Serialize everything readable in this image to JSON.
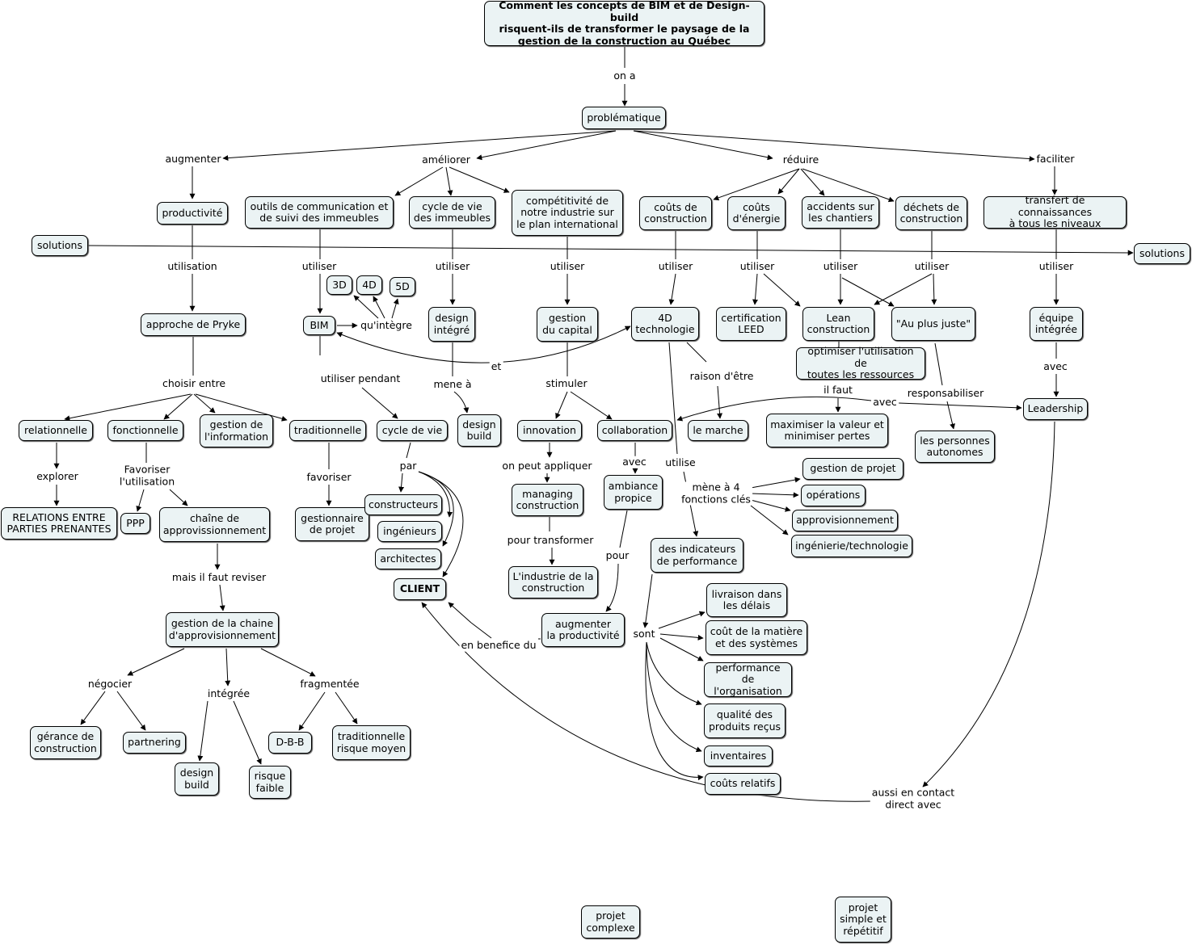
{
  "nodes": {
    "root": "Comment les concepts de BIM et de Design-build\nrisquent-ils de transformer le paysage de la\ngestion de la construction au Québec",
    "problematique": "problématique",
    "productivite": "productivité",
    "outils": "outils de communication et\nde suivi des immeubles",
    "cycle_imm": "cycle de vie\ndes immeubles",
    "competitivite": "compétitivité de\nnotre industrie sur\nle plan international",
    "couts_constr": "coûts de\nconstruction",
    "couts_energie": "coûts\nd'énergie",
    "accidents": "accidents sur\nles chantiers",
    "dechets": "déchets de\nconstruction",
    "transfert": "transfert de connaissances\nà tous les niveaux",
    "solutions_l": "solutions",
    "solutions_r": "solutions",
    "pryke": "approche de Pryke",
    "bim": "BIM",
    "d3": "3D",
    "d4": "4D",
    "d5": "5D",
    "design_integre": "design\nintégré",
    "gestion_capital": "gestion\ndu capital",
    "tech4d": "4D\ntechnologie",
    "leed": "certification\nLEED",
    "lean": "Lean\nconstruction",
    "auplusjuste": "\"Au plus juste\"",
    "equipe": "équipe\nintégrée",
    "optimiser": "optimiser l'utilisation de\ntoutes les ressources",
    "leadership": "Leadership",
    "relationnelle": "relationnelle",
    "fonctionnelle": "fonctionnelle",
    "gestion_info": "gestion de\nl'information",
    "traditionnelle": "traditionnelle",
    "cycle_vie": "cycle de vie",
    "design_build1": "design\nbuild",
    "innovation": "innovation",
    "collaboration": "collaboration",
    "lemarche": "le marche",
    "maximiser": "maximiser la valeur et\nminimiser pertes",
    "autonomes": "les personnes\nautonomes",
    "relations": "RELATIONS ENTRE\nPARTIES PRENANTES",
    "ppp": "PPP",
    "chaine": "chaîne de\napprovissionnement",
    "gest_projet_trad": "gestionnaire\nde projet",
    "constructeurs": "constructeurs",
    "ingenieurs": "ingénieurs",
    "architectes": "architectes",
    "client": "CLIENT",
    "managing": "managing\nconstruction",
    "industrie": "L'industrie de la\nconstruction",
    "ambiance": "ambiance\npropice",
    "augmenter_prod": "augmenter\nla productivité",
    "gestion_projet": "gestion de projet",
    "operations": "opérations",
    "approvisionnement": "approvisionnement",
    "ingenierie": "ingénierie/technologie",
    "indicateurs": "des indicateurs\nde performance",
    "livraison": "livraison dans\nles délais",
    "cout_matiere": "coût de la matière\net des systèmes",
    "performance_org": "performance de\nl'organisation",
    "qualite": "qualité des\nproduits reçus",
    "inventaires": "inventaires",
    "couts_relatifs": "coûts relatifs",
    "gestion_chaine": "gestion de la chaine\nd'approvisionnement",
    "gerance": "gérance de\nconstruction",
    "partnering": "partnering",
    "design_build2": "design\nbuild",
    "risque_faible": "risque\nfaible",
    "dbb": "D-B-B",
    "trad_risque": "traditionnelle\nrisque moyen",
    "projet_complexe": "projet\ncomplexe",
    "projet_simple": "projet\nsimple et\nrépétitif"
  },
  "labels": {
    "on_a": "on a",
    "augmenter": "augmenter",
    "ameliorer": "améliorer",
    "reduire": "réduire",
    "faciliter": "faciliter",
    "utilisation": "utilisation",
    "utiliser_1": "utiliser",
    "utiliser_2": "utiliser",
    "utiliser_3": "utiliser",
    "utiliser_4": "utiliser",
    "utiliser_5": "utiliser",
    "utiliser_6": "utiliser",
    "utiliser_7": "utiliser",
    "utiliser_8": "utiliser",
    "quintegre": "qu'intègre",
    "et": "et",
    "choisir_entre": "choisir entre",
    "utiliser_pendant": "utiliser pendant",
    "mene_a": "mene à",
    "stimuler": "stimuler",
    "raison": "raison d'être",
    "il_faut": "il faut",
    "responsabiliser": "responsabiliser",
    "avec_1": "avec",
    "avec_2": "avec",
    "avec_3": "avec",
    "explorer": "explorer",
    "favoriser_util": "Favoriser\nl'utilisation",
    "favoriser": "favoriser",
    "par": "par",
    "on_peut": "on peut appliquer",
    "utilise": "utilise",
    "mene_4": "mène à 4\nfonctions clés",
    "pour_transformer": "pour transformer",
    "pour": "pour",
    "mais": "mais il faut reviser",
    "en_benefice": "en benefice du",
    "sont": "sont",
    "negocier": "négocier",
    "integree": "intégrée",
    "fragmentee": "fragmentée",
    "aussi": "aussi en contact\ndirect avec"
  }
}
